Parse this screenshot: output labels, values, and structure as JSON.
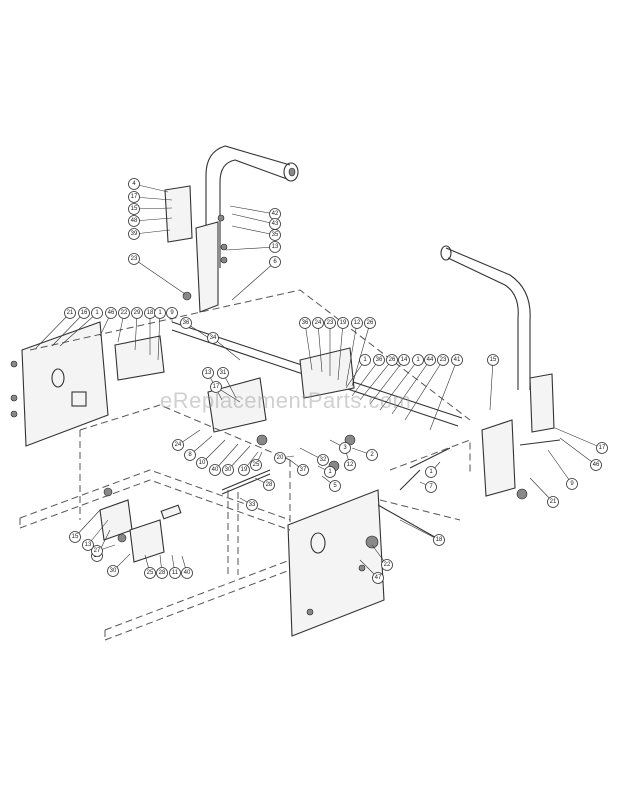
{
  "watermark": "eReplacementParts.com",
  "callouts": [
    "4",
    "17",
    "15",
    "48",
    "39",
    "42",
    "43",
    "35",
    "13",
    "6",
    "23",
    "21",
    "16",
    "1",
    "46",
    "22",
    "29",
    "18",
    "1",
    "9",
    "36",
    "34",
    "36",
    "24",
    "23",
    "19",
    "12",
    "26",
    "1",
    "36",
    "26",
    "14",
    "1",
    "44",
    "23",
    "41",
    "15",
    "17",
    "46",
    "9",
    "21",
    "1",
    "7",
    "18",
    "47",
    "22",
    "13",
    "31",
    "17",
    "24",
    "8",
    "10",
    "40",
    "30",
    "19",
    "25",
    "28",
    "33",
    "20",
    "12",
    "1",
    "3",
    "2",
    "5",
    "32",
    "37",
    "15",
    "34",
    "30",
    "25",
    "28",
    "11",
    "40",
    "27",
    "13"
  ]
}
